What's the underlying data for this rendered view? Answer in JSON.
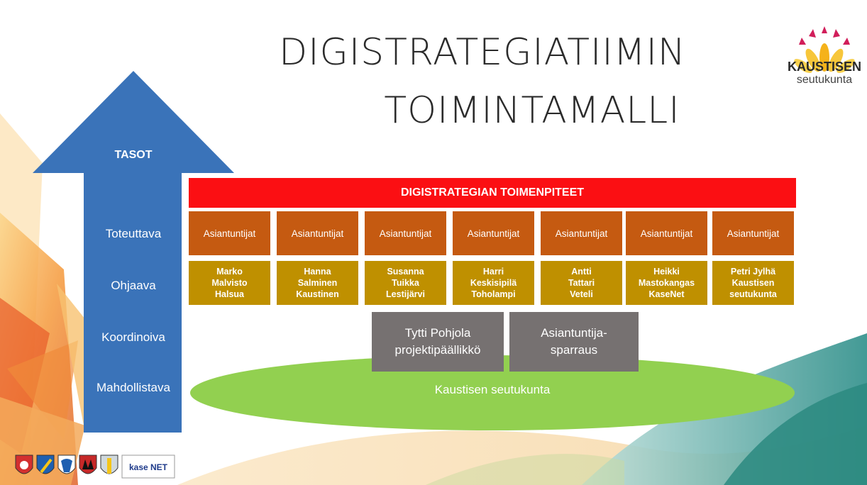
{
  "title": {
    "line1": "DIGISTRATEGIATIIMIN",
    "line2": "TOIMINTAMALLI"
  },
  "logo": {
    "name": "KAUSTISEN",
    "sub": "seutukunta"
  },
  "arrow": {
    "heading": "TASOT",
    "levels": [
      "Toteuttava",
      "Ohjaava",
      "Koordinoiva",
      "Mahdollistava"
    ]
  },
  "actions_bar": "DIGISTRATEGIAN TOIMENPITEET",
  "roles": [
    "Asiantuntijat",
    "Asiantuntijat",
    "Asiantuntijat",
    "Asiantuntijat",
    "Asiantuntijat",
    "Asiantuntijat",
    "Asiantuntijat"
  ],
  "people": [
    [
      "Marko",
      "Malvisto",
      "Halsua"
    ],
    [
      "Hanna",
      "Salminen",
      "Kaustinen"
    ],
    [
      "Susanna",
      "Tuikka",
      "Lestijärvi"
    ],
    [
      "Harri",
      "Keskisipilä",
      "Toholampi"
    ],
    [
      "Antti",
      "Tattari",
      "Veteli"
    ],
    [
      "Heikki",
      "Mastokangas",
      "KaseNet"
    ],
    [
      "Petri Jylhä",
      "Kaustisen",
      "seutukunta"
    ]
  ],
  "coordinators": [
    [
      "Tytti Pohjola",
      "projektipäällikkö"
    ],
    [
      "Asiantuntija-",
      "sparraus"
    ]
  ],
  "base": "Kaustisen seutukunta",
  "footer_logo_text": "kase NET",
  "colors": {
    "arrow": "#3a73b9",
    "red_bar": "#fb0f13",
    "role_box": "#c55a11",
    "person_box": "#bf9000",
    "gray_box": "#767171",
    "ellipse": "#92d050"
  }
}
